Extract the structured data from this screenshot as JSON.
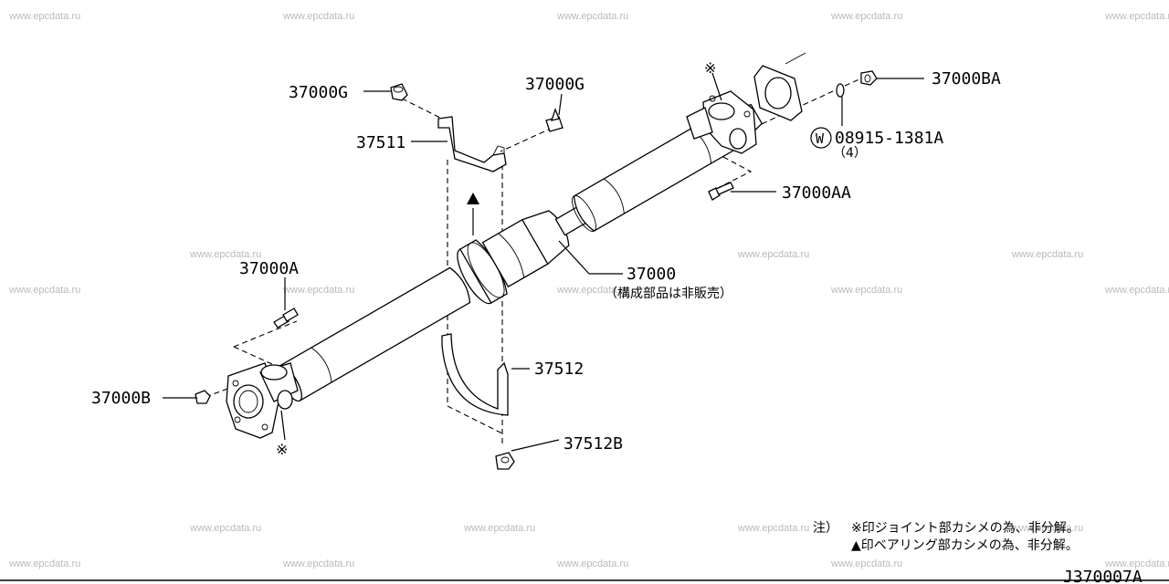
{
  "watermark": "www.epcdata.ru",
  "labels": {
    "p37000G_left": "37000G",
    "p37000G_right": "37000G",
    "p37511": "37511",
    "p37000A": "37000A",
    "p37000B": "37000B",
    "p37000": "37000",
    "p37000_note": "（構成部品は非販売）",
    "p37512": "37512",
    "p37512B": "37512B",
    "p37000BA": "37000BA",
    "p08915": "08915-1381A",
    "p08915_qty": "（4）",
    "p08915_circle": "W",
    "p37000AA": "37000AA",
    "kome_mark": "※",
    "triangle_mark": "▲"
  },
  "notes": {
    "prefix": "注）",
    "line1": "※印ジョイント部カシメの為、非分解。",
    "line2": "▲印ベアリング部カシメの為、非分解。"
  },
  "diagram_id": "J370007A"
}
